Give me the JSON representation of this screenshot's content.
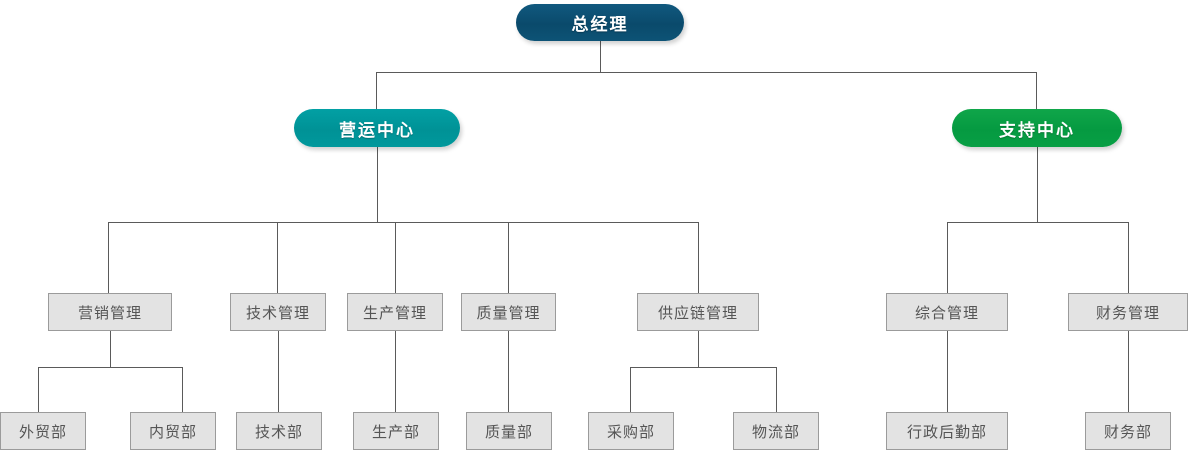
{
  "chart_data": {
    "type": "diagram",
    "subtype": "organization-chart",
    "title": "",
    "orientation": "top-down",
    "levels": 4,
    "colors": {
      "root_node": "#0a4a6b",
      "operations_node": "#009296",
      "support_node": "#059a41",
      "department_box_fill": "#e3e3e3",
      "department_box_border": "#9b9b9b",
      "connector_line": "#5a5a5a",
      "department_text": "#555555",
      "node_text": "#ffffff",
      "background": "#ffffff"
    },
    "nodes": [
      {
        "id": "gm",
        "label": "总经理",
        "level": 1,
        "style": "pill-root",
        "parent": null
      },
      {
        "id": "ops",
        "label": "营运中心",
        "level": 2,
        "style": "pill-teal",
        "parent": "gm"
      },
      {
        "id": "support",
        "label": "支持中心",
        "level": 2,
        "style": "pill-green",
        "parent": "gm"
      },
      {
        "id": "mkt-mgmt",
        "label": "营销管理",
        "level": 3,
        "style": "box",
        "parent": "ops"
      },
      {
        "id": "tech-mgmt",
        "label": "技术管理",
        "level": 3,
        "style": "box",
        "parent": "ops"
      },
      {
        "id": "prod-mgmt",
        "label": "生产管理",
        "level": 3,
        "style": "box",
        "parent": "ops"
      },
      {
        "id": "qa-mgmt",
        "label": "质量管理",
        "level": 3,
        "style": "box",
        "parent": "ops"
      },
      {
        "id": "sc-mgmt",
        "label": "供应链管理",
        "level": 3,
        "style": "box",
        "parent": "ops"
      },
      {
        "id": "gen-mgmt",
        "label": "综合管理",
        "level": 3,
        "style": "box",
        "parent": "support"
      },
      {
        "id": "fin-mgmt",
        "label": "财务管理",
        "level": 3,
        "style": "box",
        "parent": "support"
      },
      {
        "id": "foreign-trade",
        "label": "外贸部",
        "level": 4,
        "style": "box",
        "parent": "mkt-mgmt"
      },
      {
        "id": "domestic-trade",
        "label": "内贸部",
        "level": 4,
        "style": "box",
        "parent": "mkt-mgmt"
      },
      {
        "id": "tech-dept",
        "label": "技术部",
        "level": 4,
        "style": "box",
        "parent": "tech-mgmt"
      },
      {
        "id": "prod-dept",
        "label": "生产部",
        "level": 4,
        "style": "box",
        "parent": "prod-mgmt"
      },
      {
        "id": "qa-dept",
        "label": "质量部",
        "level": 4,
        "style": "box",
        "parent": "qa-mgmt"
      },
      {
        "id": "purchase-dept",
        "label": "采购部",
        "level": 4,
        "style": "box",
        "parent": "sc-mgmt"
      },
      {
        "id": "logistics-dept",
        "label": "物流部",
        "level": 4,
        "style": "box",
        "parent": "sc-mgmt"
      },
      {
        "id": "admin-dept",
        "label": "行政后勤部",
        "level": 4,
        "style": "box",
        "parent": "gen-mgmt"
      },
      {
        "id": "finance-dept",
        "label": "财务部",
        "level": 4,
        "style": "box",
        "parent": "fin-mgmt"
      }
    ]
  },
  "nodes": {
    "gm": "总经理",
    "ops": "营运中心",
    "support": "支持中心",
    "mkt_mgmt": "营销管理",
    "tech_mgmt": "技术管理",
    "prod_mgmt": "生产管理",
    "qa_mgmt": "质量管理",
    "sc_mgmt": "供应链管理",
    "gen_mgmt": "综合管理",
    "fin_mgmt": "财务管理",
    "foreign_trade": "外贸部",
    "domestic_trade": "内贸部",
    "tech_dept": "技术部",
    "prod_dept": "生产部",
    "qa_dept": "质量部",
    "purchase_dept": "采购部",
    "logistics_dept": "物流部",
    "admin_dept": "行政后勤部",
    "finance_dept": "财务部"
  }
}
